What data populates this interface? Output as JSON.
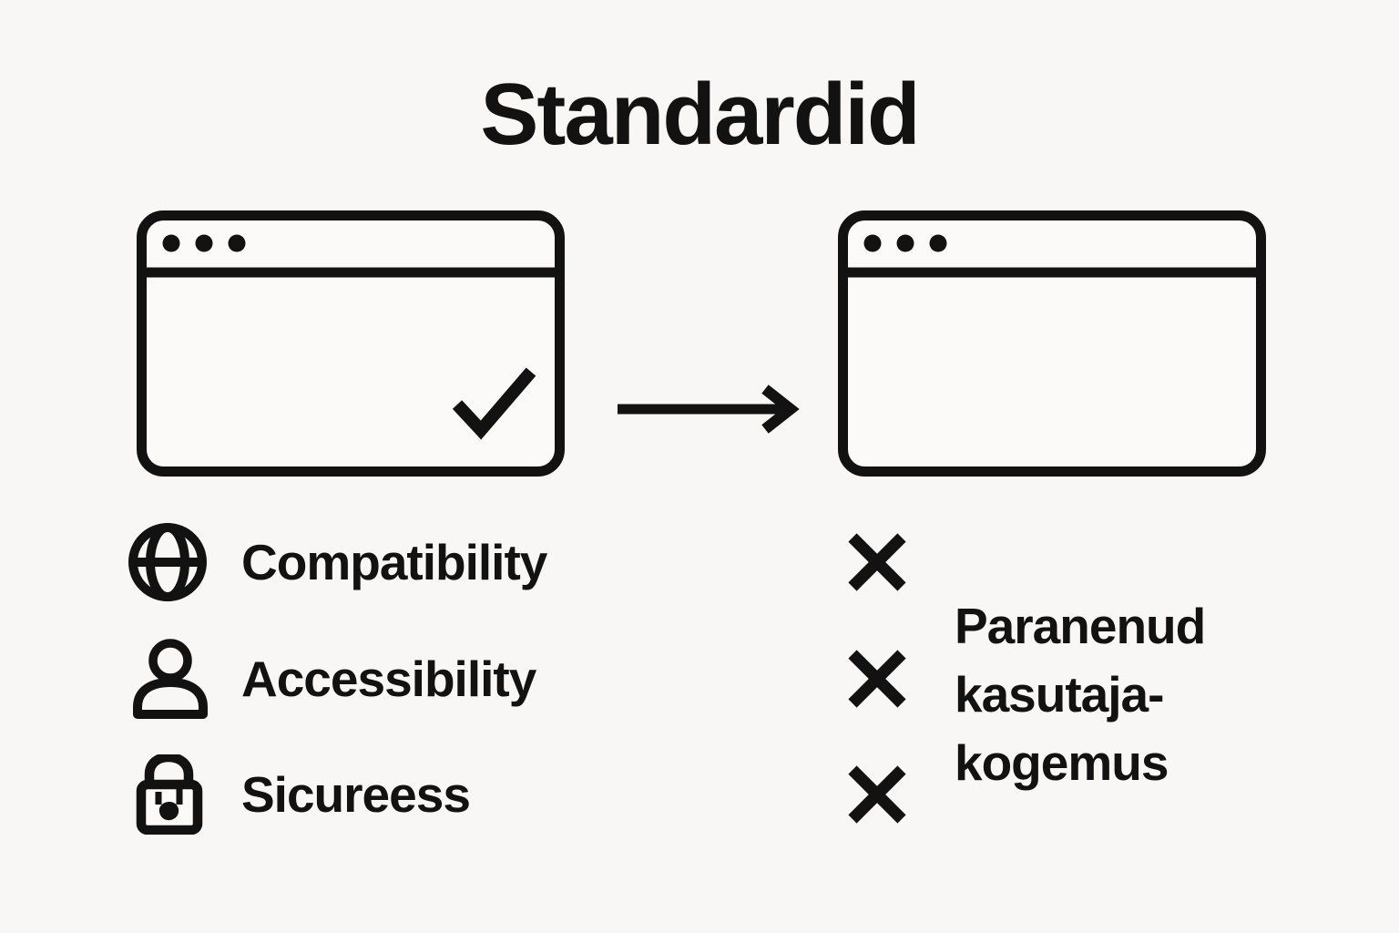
{
  "title": "Standardid",
  "colors": {
    "ink": "#121212",
    "background": "#f8f7f6",
    "window_fill": "#fbfaf9"
  },
  "before_window": {
    "icon": "browser-window",
    "dots_count": 3,
    "status_icon": "checkmark"
  },
  "after_window": {
    "icon": "browser-window",
    "dots_count": 3
  },
  "arrow": {
    "icon": "arrow-right"
  },
  "features": [
    {
      "icon": "globe-icon",
      "label": "Compatibility"
    },
    {
      "icon": "person-icon",
      "label": "Accessibility"
    },
    {
      "icon": "lock-icon",
      "label": "Sicureess"
    }
  ],
  "result": {
    "marker_icon": "x-mark",
    "marker_count": 3,
    "lines": [
      "Paranenud",
      "kasutaja-",
      "kogemus"
    ]
  }
}
